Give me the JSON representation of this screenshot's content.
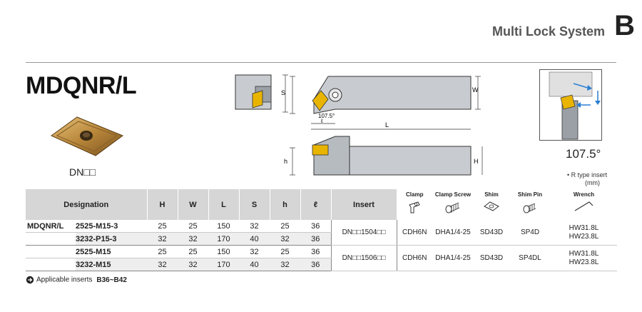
{
  "header": {
    "system_title": "Multi Lock System",
    "section_letter": "B"
  },
  "product": {
    "code": "MDQNR/L",
    "insert_label": "DN□□"
  },
  "diagram": {
    "dim_S": "S",
    "dim_W": "W",
    "dim_L": "L",
    "dim_H": "H",
    "dim_h": "h",
    "dim_l": "ℓ",
    "angle_small": "107.5°",
    "angle_large": "107.5°",
    "rtype_note": "• R type insert",
    "unit_note": "(mm)"
  },
  "table": {
    "headers": {
      "designation": "Designation",
      "H": "H",
      "W": "W",
      "L": "L",
      "S": "S",
      "h": "h",
      "l": "ℓ",
      "insert": "Insert",
      "clamp": "Clamp",
      "clamp_screw": "Clamp Screw",
      "shim": "Shim",
      "shim_pin": "Shim Pin",
      "wrench": "Wrench"
    },
    "series_name": "MDQNR/L",
    "rows": [
      {
        "designation": "2525-M15-3",
        "H": "25",
        "W": "25",
        "L": "150",
        "S": "32",
        "h": "25",
        "l": "36"
      },
      {
        "designation": "3232-P15-3",
        "H": "32",
        "W": "32",
        "L": "170",
        "S": "40",
        "h": "32",
        "l": "36"
      },
      {
        "designation": "2525-M15",
        "H": "25",
        "W": "25",
        "L": "150",
        "S": "32",
        "h": "25",
        "l": "36"
      },
      {
        "designation": "3232-M15",
        "H": "32",
        "W": "32",
        "L": "170",
        "S": "40",
        "h": "32",
        "l": "36"
      }
    ],
    "groups": [
      {
        "insert": "DN□□1504□□",
        "clamp": "CDH6N",
        "clamp_screw": "DHA1/4-25",
        "shim": "SD43D",
        "shim_pin": "SP4D",
        "wrench1": "HW31.8L",
        "wrench2": "HW23.8L"
      },
      {
        "insert": "DN□□1506□□",
        "clamp": "CDH6N",
        "clamp_screw": "DHA1/4-25",
        "shim": "SD43D",
        "shim_pin": "SP4DL",
        "wrench1": "HW31.8L",
        "wrench2": "HW23.8L"
      }
    ]
  },
  "footnote": {
    "label": "Applicable inserts",
    "range": "B36~B42"
  },
  "colors": {
    "holder_fill": "#c8ccd0",
    "holder_stroke": "#333333",
    "insert_gold": "#e8b400",
    "header_gray": "#d6d6d6",
    "row_shade": "#eeeeee",
    "flow_blue": "#2a7fd4"
  }
}
